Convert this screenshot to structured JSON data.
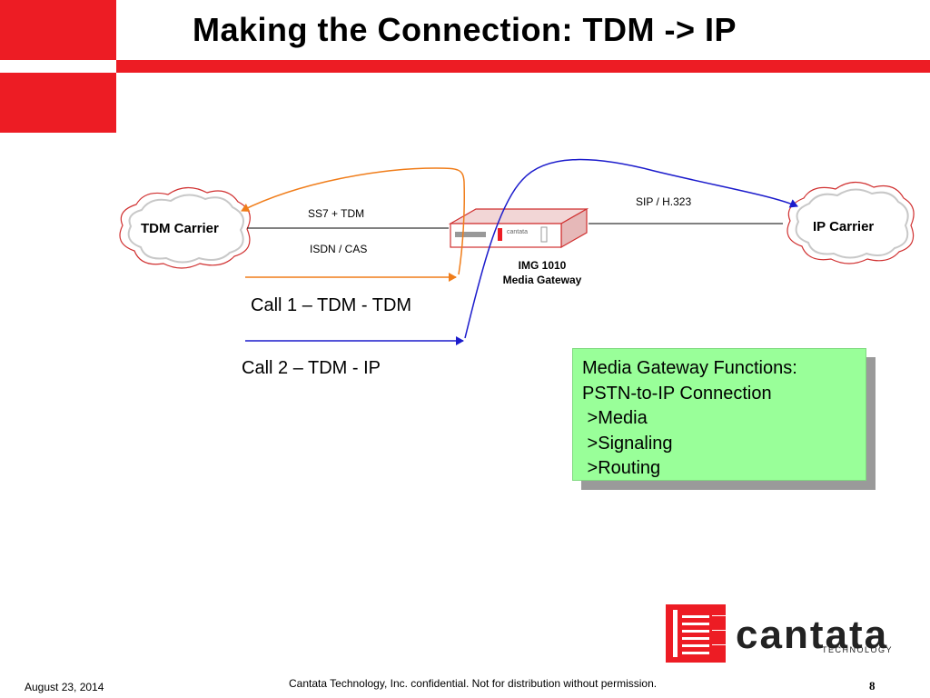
{
  "slide": {
    "title": "Making the Connection: TDM -> IP",
    "accent_color": "#ed1c24",
    "page_number": "8",
    "date": "August 23, 2014",
    "footer_note": "Cantata Technology, Inc. confidential. Not for distribution without permission."
  },
  "diagram": {
    "tdm_carrier": "TDM Carrier",
    "ip_carrier": "IP Carrier",
    "ss7_label": "SS7 + TDM",
    "isdn_label": "ISDN / CAS",
    "sip_label": "SIP / H.323",
    "gateway_label_1": "IMG 1010",
    "gateway_label_2": "Media Gateway",
    "device_brand": "cantata",
    "call1_label": "Call 1 – TDM - TDM",
    "call2_label": "Call 2 – TDM - IP",
    "call1_color": "#f07d1a",
    "call2_color": "#1c1ccc"
  },
  "functions_box": {
    "lines": [
      "Media Gateway Functions:",
      "PSTN-to-IP Connection",
      " >Media",
      " >Signaling",
      " >Routing"
    ],
    "fill_color": "#99ff99"
  },
  "logo": {
    "word": "cantata",
    "tagline": "TECHNOLOGY"
  }
}
